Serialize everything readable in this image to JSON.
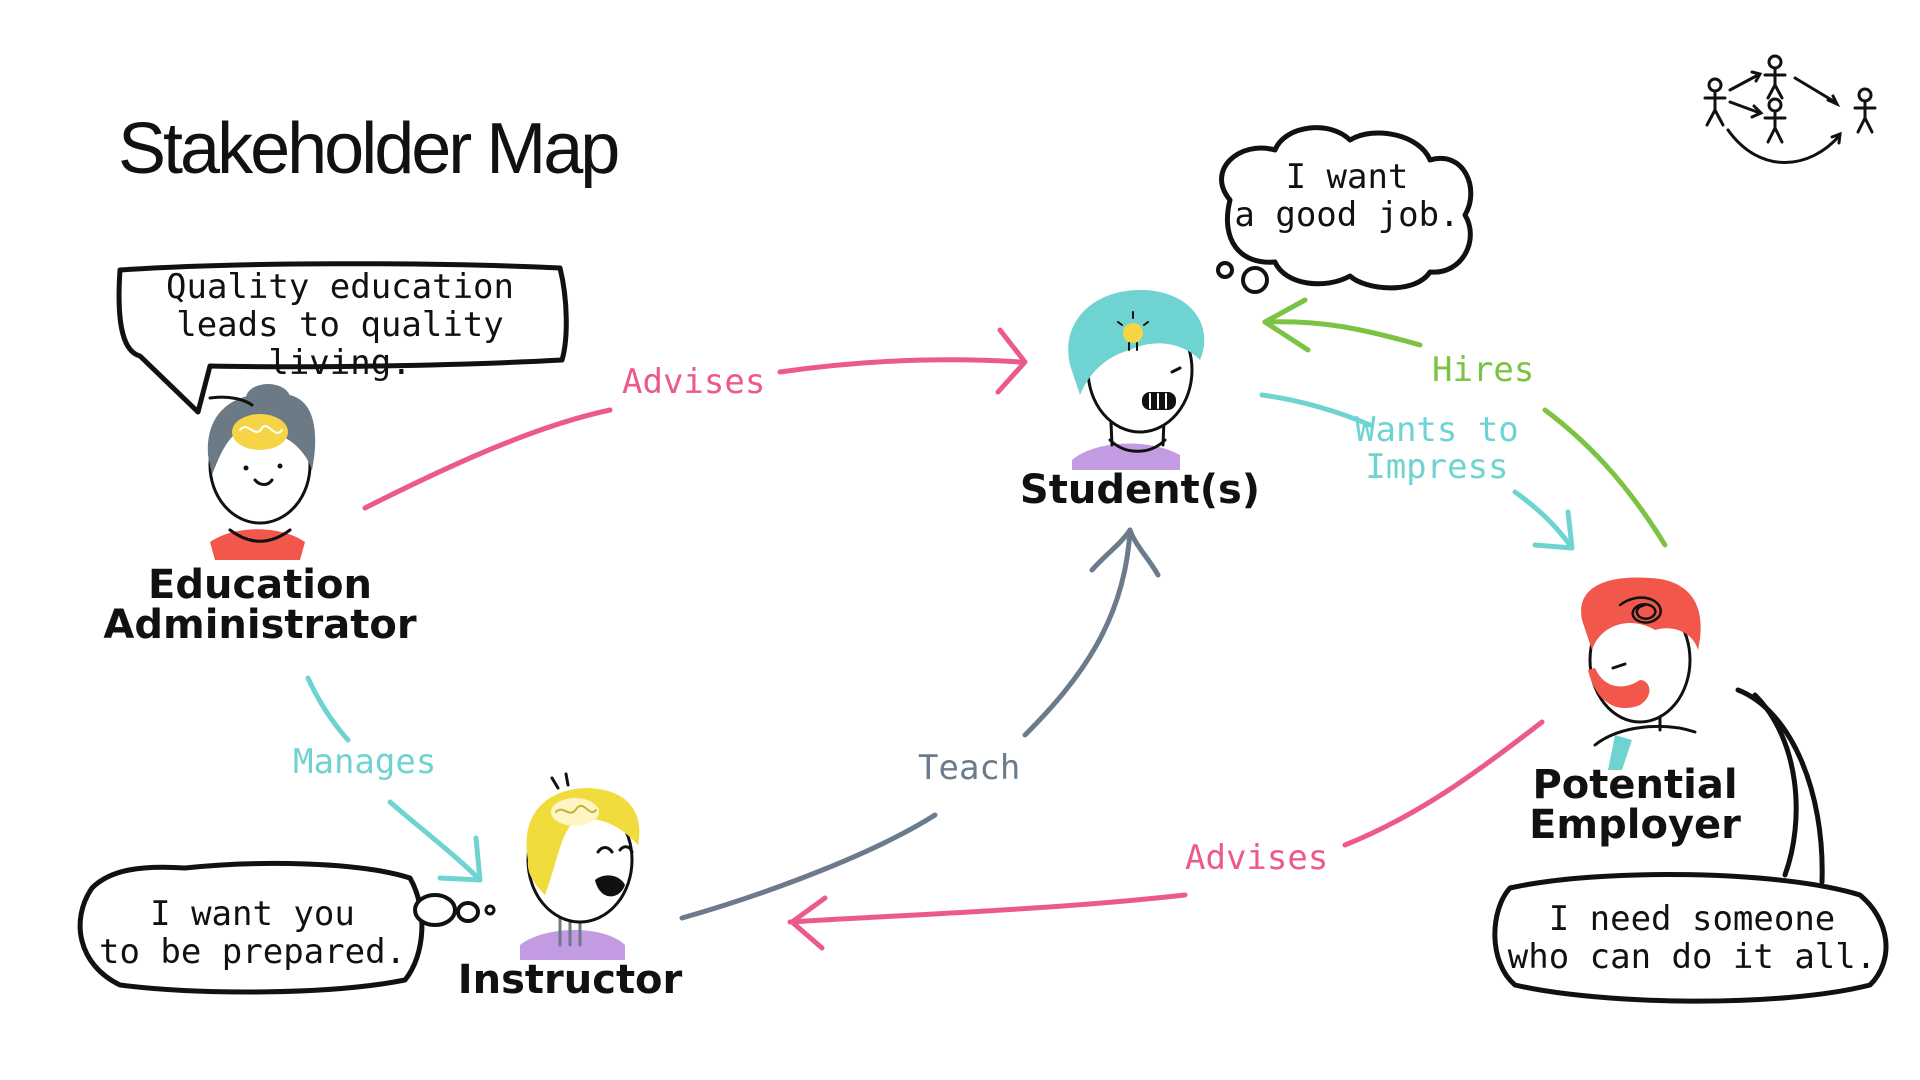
{
  "title": "Stakeholder Map",
  "colors": {
    "advises": "#ec5a8c",
    "hires": "#7cc243",
    "impress": "#6fd3d1",
    "manages": "#6fd3d1",
    "teach": "#6b7b8c",
    "text": "#111111"
  },
  "corner_icon": "stakeholder-network-icon",
  "stakeholders": {
    "education_administrator": {
      "name_line1": "Education",
      "name_line2": "Administrator",
      "quote_line1": "Quality education",
      "quote_line2": "leads to quality living."
    },
    "student": {
      "name": "Student(s)",
      "quote_line1": "I want",
      "quote_line2": "a good job."
    },
    "instructor": {
      "name": "Instructor",
      "quote_line1": "I want you",
      "quote_line2": "to be prepared."
    },
    "potential_employer": {
      "name_line1": "Potential",
      "name_line2": "Employer",
      "quote_line1": "I need someone",
      "quote_line2": "who can do it all."
    }
  },
  "relationships": {
    "admin_student": "Advises",
    "employer_student": "Hires",
    "student_employer_line1": "Wants to",
    "student_employer_line2": "Impress",
    "admin_instructor": "Manages",
    "instructor_student": "Teach",
    "employer_instructor": "Advises"
  }
}
